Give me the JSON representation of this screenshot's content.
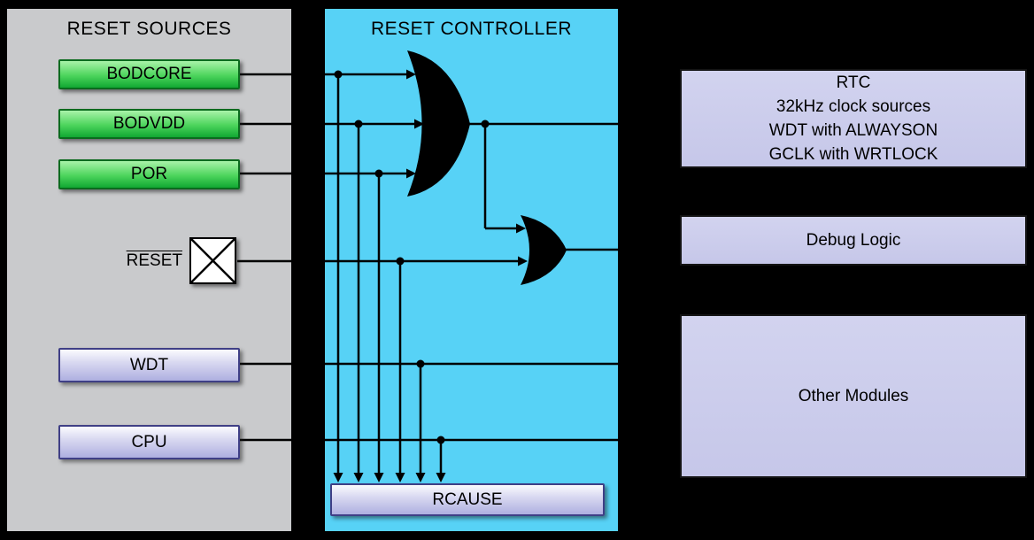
{
  "left_panel": {
    "title": "RESET SOURCES",
    "sources": [
      {
        "label": "BODCORE"
      },
      {
        "label": "BODVDD"
      },
      {
        "label": "POR"
      }
    ],
    "reset_pad": {
      "label": "RESET"
    },
    "modules": [
      {
        "label": "WDT"
      },
      {
        "label": "CPU"
      }
    ]
  },
  "controller_panel": {
    "title": "RESET CONTROLLER",
    "rcause_label": "RCAUSE"
  },
  "right_column": {
    "boxes": [
      {
        "lines": [
          "RTC",
          "32kHz clock sources",
          "WDT with ALWAYSON",
          "GCLK with WRTLOCK"
        ]
      },
      {
        "lines": [
          "Debug Logic"
        ]
      },
      {
        "lines": [
          "Other Modules"
        ]
      }
    ]
  },
  "colors": {
    "background": "#000000",
    "sources-panel": "#c9cacc",
    "controller-panel": "#57d2f6",
    "source-green-top": "#a9f3a9",
    "source-green-bottom": "#11a832",
    "module-lavender-top": "#fbfbfe",
    "module-lavender-bottom": "#aeafe0",
    "right-box-fill": "#c6c7e9",
    "line": "#000000"
  }
}
